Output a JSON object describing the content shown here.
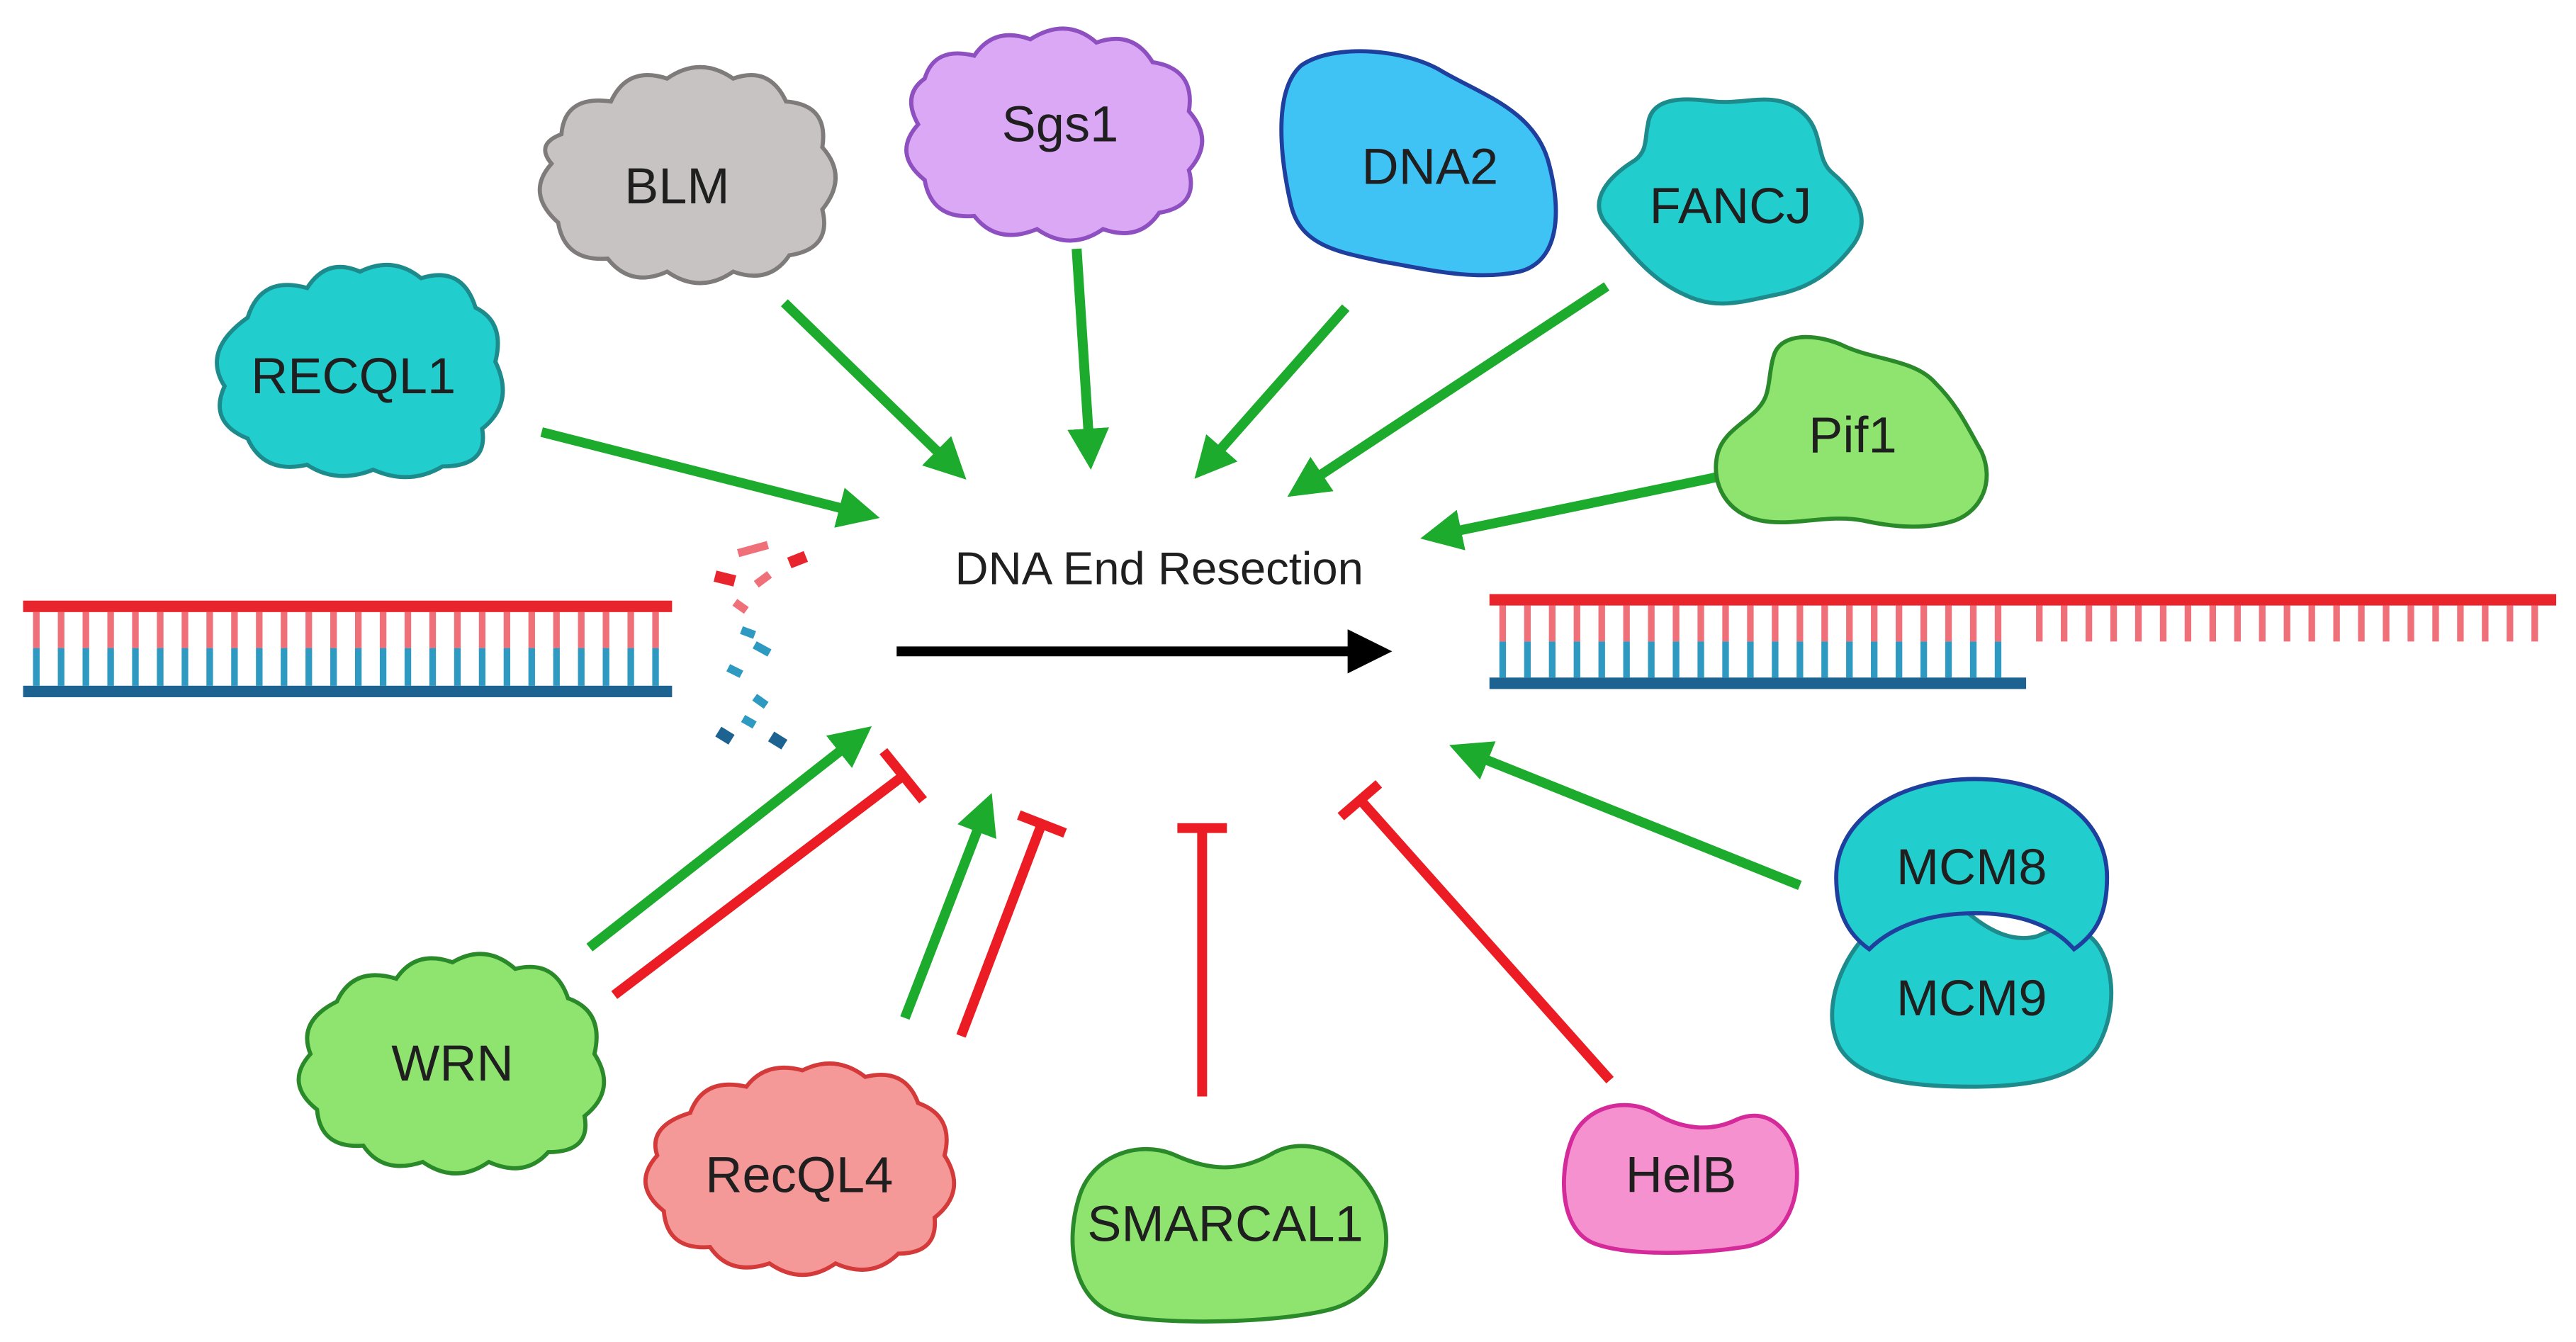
{
  "center": {
    "label": "DNA End Resection"
  },
  "colors": {
    "promote": "#1cab2c",
    "inhibit": "#eb1c23",
    "main_arrow": "#000000",
    "strand_top": "#e8242c",
    "strand_bottom": "#1d6392",
    "rung_top": "#f0707a",
    "rung_bottom": "#2e9ac2"
  },
  "proteins": [
    {
      "id": "recql1",
      "label": "RECQL1",
      "shape": "cloud",
      "fill": "#22cdcd",
      "stroke": "#1d8a8c",
      "effect": "promotes"
    },
    {
      "id": "blm",
      "label": "BLM",
      "shape": "cloud",
      "fill": "#c8c3c3",
      "stroke": "#7f7b7b",
      "effect": "promotes"
    },
    {
      "id": "sgs1",
      "label": "Sgs1",
      "shape": "cloud",
      "fill": "#dba8f5",
      "stroke": "#8e4fc0",
      "effect": "promotes"
    },
    {
      "id": "dna2",
      "label": "DNA2",
      "shape": "blob",
      "fill": "#3fc3f5",
      "stroke": "#1f3f9e",
      "effect": "promotes"
    },
    {
      "id": "fancj",
      "label": "FANCJ",
      "shape": "blob",
      "fill": "#22cdcd",
      "stroke": "#1d8a8c",
      "effect": "promotes"
    },
    {
      "id": "pif1",
      "label": "Pif1",
      "shape": "blob",
      "fill": "#8fe470",
      "stroke": "#2a8a2a",
      "effect": "promotes"
    },
    {
      "id": "mcm8",
      "label": "MCM8",
      "shape": "dome",
      "fill": "#22cdcd",
      "stroke": "#1f3f9e",
      "effect": "promotes"
    },
    {
      "id": "mcm9",
      "label": "MCM9",
      "shape": "bean",
      "fill": "#22cdcd",
      "stroke": "#1d8a8c",
      "effect": "promotes"
    },
    {
      "id": "wrn",
      "label": "WRN",
      "shape": "cloud",
      "fill": "#8fe470",
      "stroke": "#2a8a2a",
      "effect": "promotes-and-inhibits"
    },
    {
      "id": "recql4",
      "label": "RecQL4",
      "shape": "cloud",
      "fill": "#f59898",
      "stroke": "#d43a3a",
      "effect": "promotes-and-inhibits"
    },
    {
      "id": "smarcal1",
      "label": "SMARCAL1",
      "shape": "bean",
      "fill": "#8fe470",
      "stroke": "#2a8a2a",
      "effect": "inhibits"
    },
    {
      "id": "helb",
      "label": "HelB",
      "shape": "bean",
      "fill": "#f591cf",
      "stroke": "#d42a9a",
      "effect": "inhibits"
    }
  ]
}
